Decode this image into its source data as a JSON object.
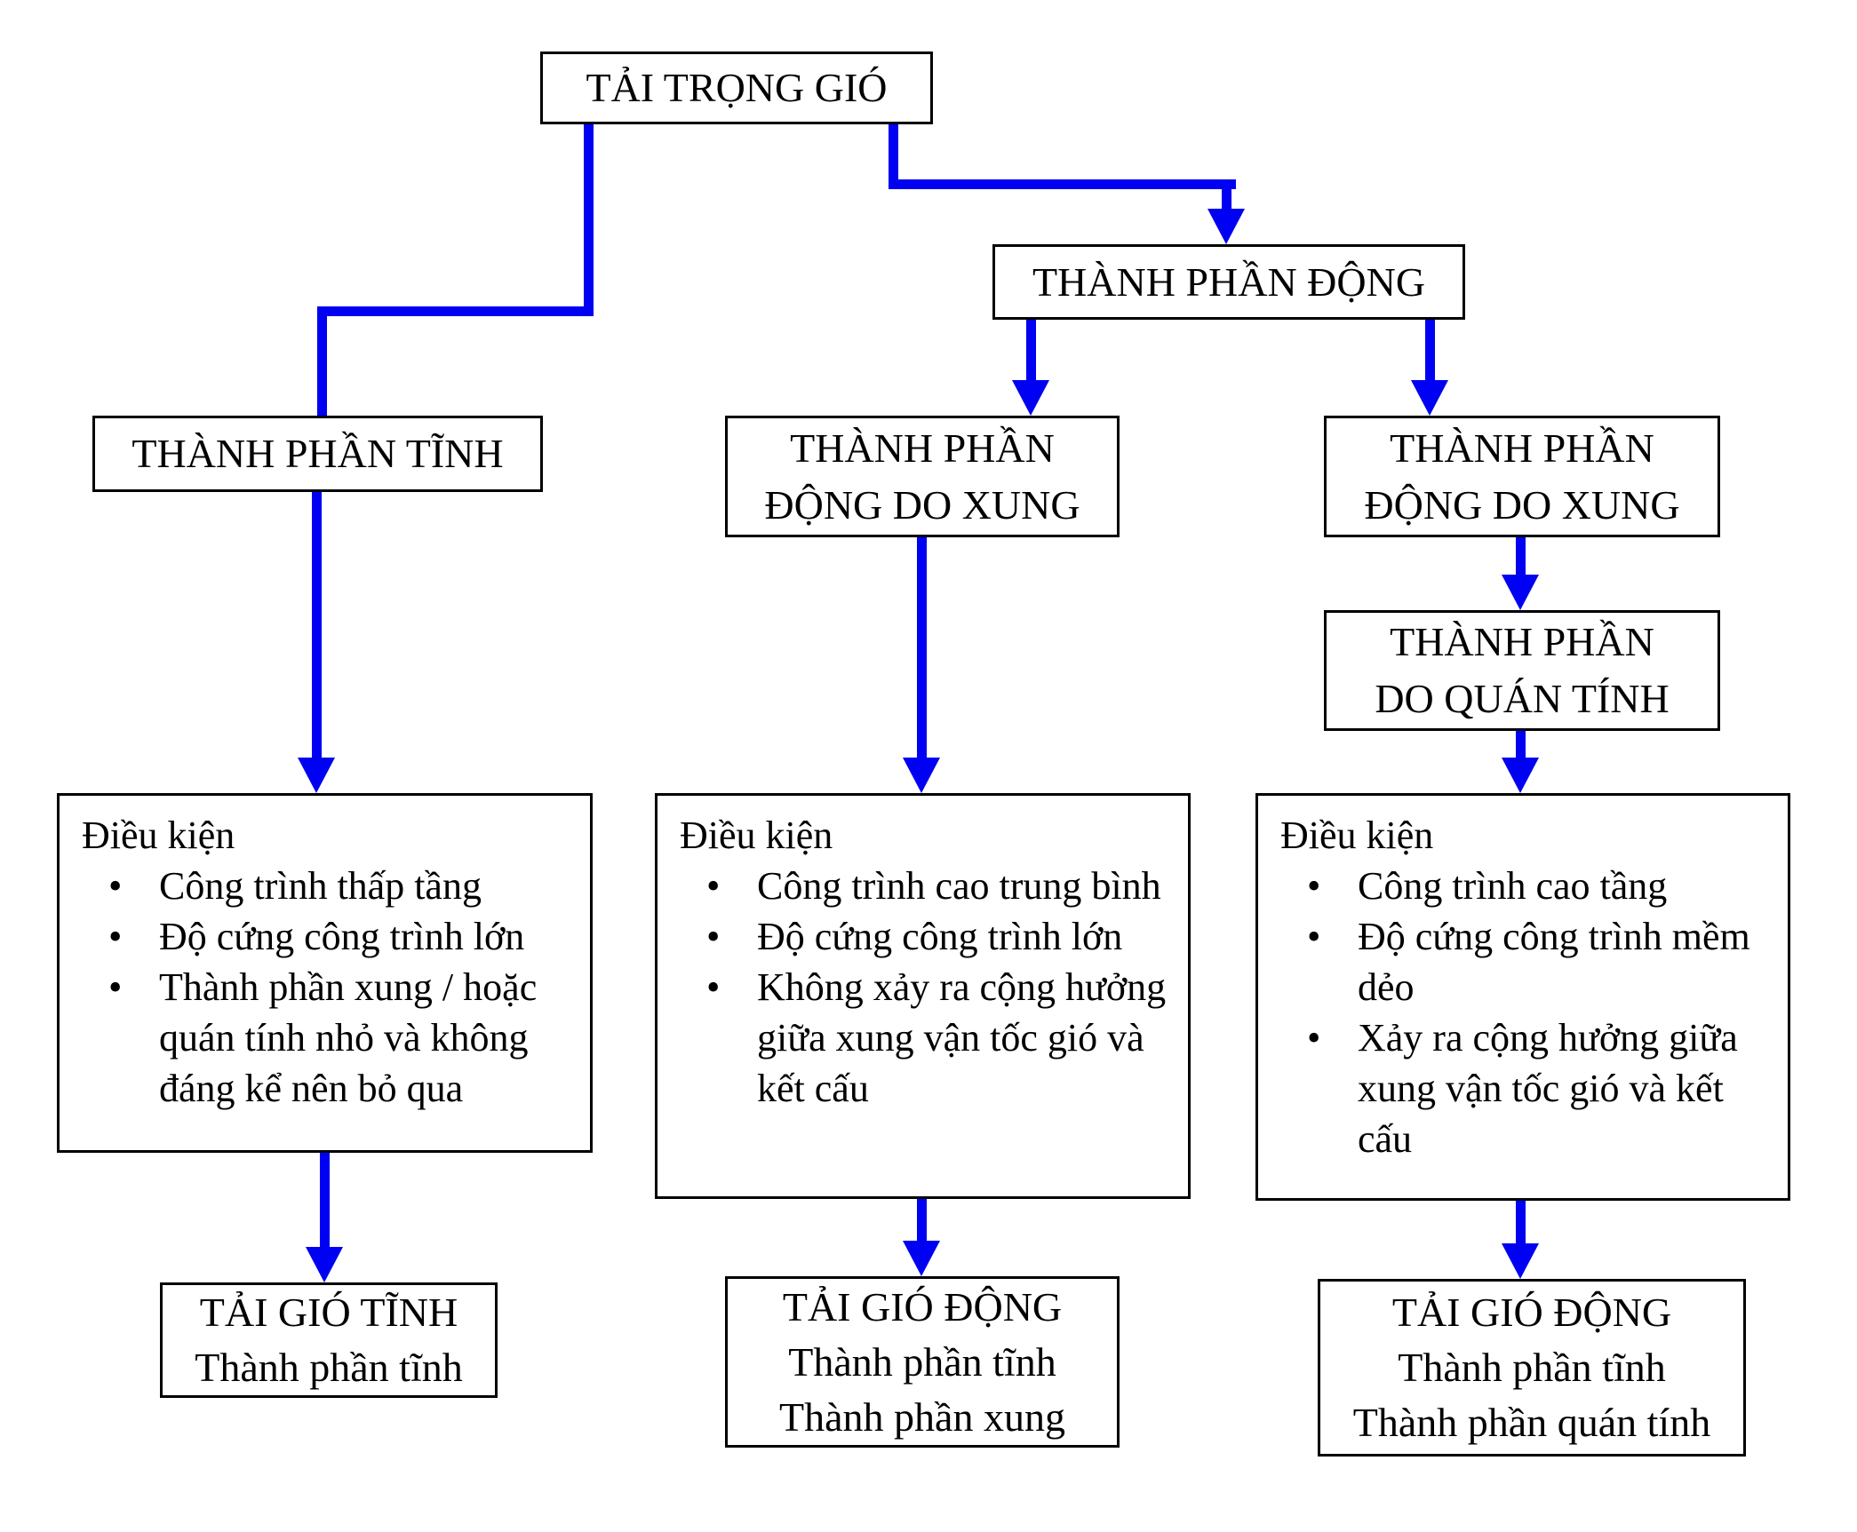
{
  "bullet_glyph": "•",
  "colors": {
    "connector_blue": "#0000F2",
    "box_border": "#000000",
    "box_fill": "#FFFFFF",
    "text": "#000000",
    "page_bg": "#FFFFFF"
  },
  "nodes": {
    "root": {
      "label": "TẢI TRỌNG GIÓ"
    },
    "dynamic": {
      "label": "THÀNH PHẦN ĐỘNG"
    },
    "static": {
      "label": "THÀNH PHẦN TĨNH"
    },
    "gust_mid": {
      "lines": [
        "THÀNH PHẦN",
        "ĐỘNG DO XUNG"
      ]
    },
    "gust_right": {
      "lines": [
        "THÀNH PHẦN",
        "ĐỘNG DO XUNG"
      ]
    },
    "inertia": {
      "lines": [
        "THÀNH PHẦN",
        "DO QUÁN TÍNH"
      ]
    },
    "cond_static": {
      "title": "Điều kiện",
      "bullets": [
        "Công trình thấp tầng",
        "Độ cứng công trình lớn",
        "Thành phần xung / hoặc quán tính nhỏ và không đáng kể nên bỏ qua"
      ]
    },
    "cond_gust": {
      "title": "Điều kiện",
      "bullets": [
        "Công trình cao trung bình",
        "Độ cứng công trình lớn",
        "Không xảy ra cộng hưởng giữa xung vận tốc gió và kết cấu"
      ]
    },
    "cond_inertia": {
      "title": "Điều kiện",
      "bullets": [
        "Công trình cao tầng",
        "Độ cứng công trình mềm dẻo",
        "Xảy ra cộng hưởng giữa xung vận tốc gió và kết cấu"
      ]
    },
    "result_static": {
      "title": "TẢI GIÓ TĨNH",
      "lines": [
        "Thành phần tĩnh"
      ]
    },
    "result_gust": {
      "title": "TẢI GIÓ ĐỘNG",
      "lines": [
        "Thành phần tĩnh",
        "Thành phần xung"
      ]
    },
    "result_inertia": {
      "title": "TẢI GIÓ ĐỘNG",
      "lines": [
        "Thành phần tĩnh",
        "Thành phần quán tính"
      ]
    }
  }
}
